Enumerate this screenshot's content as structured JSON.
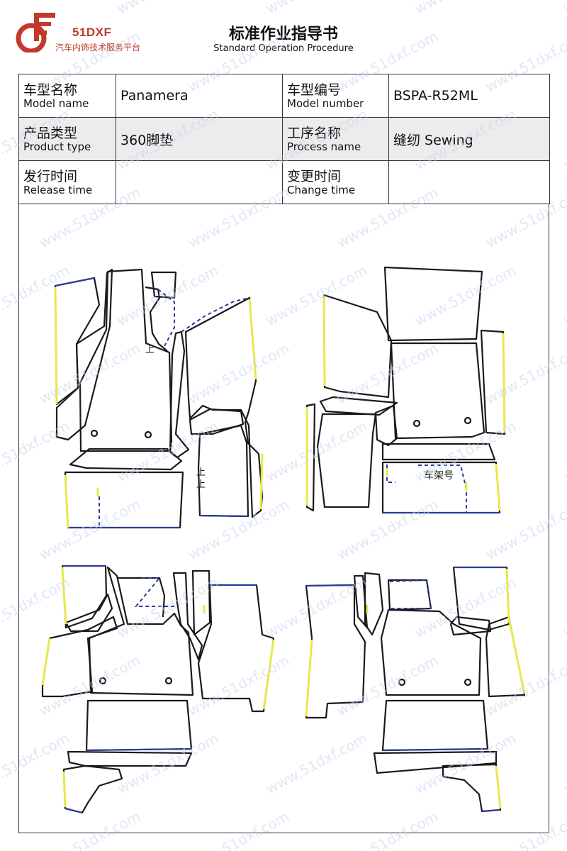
{
  "brand": {
    "name": "51DXF",
    "subtitle": "汽车内饰技术服务平台",
    "color": "#c0392b"
  },
  "document": {
    "title": "标准作业指导书",
    "subtitle": "Standard Operation Procedure"
  },
  "info_table": {
    "model_name": {
      "label_cn": "车型名称",
      "label_en": "Model name",
      "value": "Panamera"
    },
    "model_number": {
      "label_cn": "车型编号",
      "label_en": "Model number",
      "value": "BSPA-R52ML"
    },
    "product_type": {
      "label_cn": "产品类型",
      "label_en": "Product type",
      "value": "360脚垫"
    },
    "process_name": {
      "label_cn": "工序名称",
      "label_en": "Process name",
      "value": "缝纫 Sewing"
    },
    "release_time": {
      "label_cn": "发行时间",
      "label_en": "Release time",
      "value": ""
    },
    "change_time": {
      "label_cn": "变更时间",
      "label_en": "Change time",
      "value": ""
    }
  },
  "drawing": {
    "labels": {
      "up_mark": "上",
      "frame_number": "车架号"
    },
    "colors": {
      "outline": "#1a1a1a",
      "edge_blue": "#2a3b9e",
      "edge_yellow": "#e8e84a"
    }
  },
  "watermark": {
    "text": "www.51dxf.com",
    "color": "#c9d3f0"
  }
}
